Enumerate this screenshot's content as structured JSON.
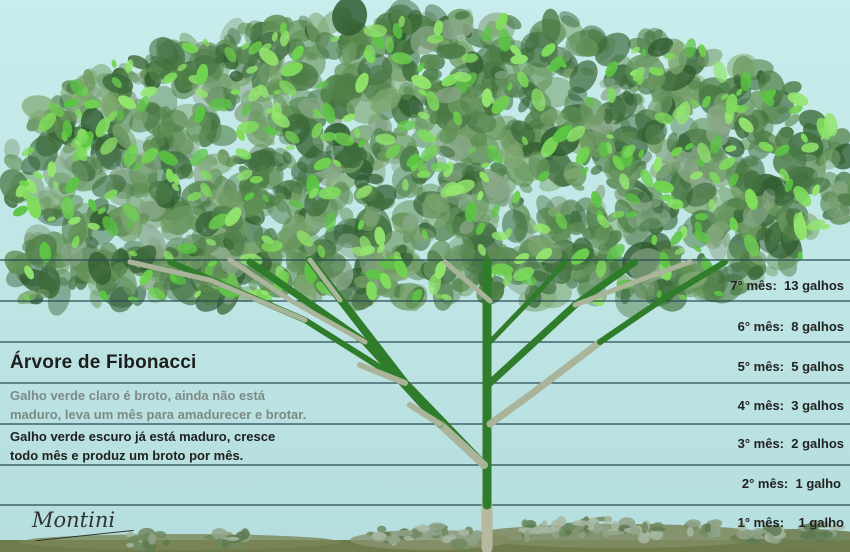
{
  "title": "Árvore de Fibonacci",
  "descriptions": {
    "light_line1": "Galho verde claro é broto, ainda não está",
    "light_line2": "maduro, leva um mês para amadurecer e brotar.",
    "dark_line1": "Galho verde escuro já está maduro, cresce",
    "dark_line2": "todo mês e produz um broto por mês."
  },
  "months": [
    {
      "label": "7° mês:",
      "count": "13 galhos"
    },
    {
      "label": "6° mês:",
      "count": "8 galhos"
    },
    {
      "label": "5° mês:",
      "count": "5 galhos"
    },
    {
      "label": "4° mês:",
      "count": "3 galhos"
    },
    {
      "label": "3° mês:",
      "count": "2 galhos"
    },
    {
      "label": "2° mês:",
      "count": "1 galho"
    },
    {
      "label": "1° mês:",
      "count": "1 galho"
    }
  ],
  "signature": "Montini",
  "colors": {
    "sky": "#bfe6e6",
    "ground": "#6b7a4a",
    "mature_branch": "#2f7d2a",
    "sprout_branch": "#a9b49a",
    "foliage_dark": "#3f6b3a",
    "foliage_light": "#7bd85a",
    "grid_line": "#2b4a55"
  }
}
